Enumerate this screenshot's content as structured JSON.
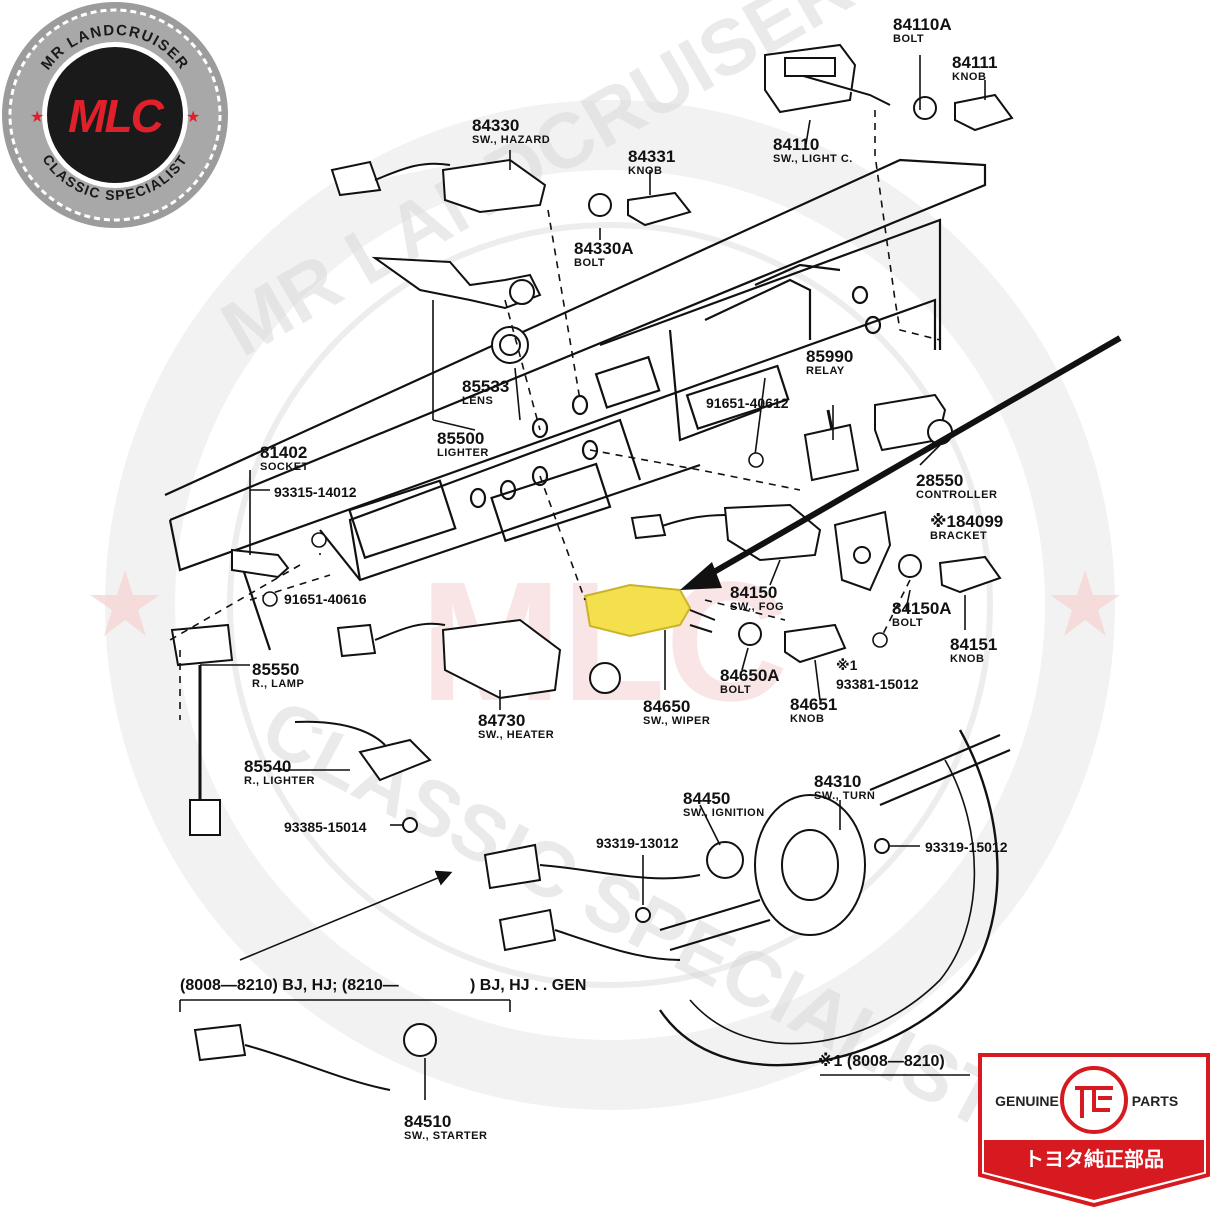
{
  "logo": {
    "ring_top": "MR LANDCRUISER",
    "ring_bottom": "CLASSIC SPECIALIST",
    "monogram": "MLC"
  },
  "watermark": {
    "top": "MR LANDCRUISER",
    "bottom": "CLASSIC SPECIALIST",
    "center": "MLC"
  },
  "parts": [
    {
      "id": "84110A",
      "number": "84110A",
      "desc": "BOLT"
    },
    {
      "id": "84111",
      "number": "84111",
      "desc": "KNOB"
    },
    {
      "id": "84330",
      "number": "84330",
      "desc": "SW., HAZARD"
    },
    {
      "id": "84331",
      "number": "84331",
      "desc": "KNOB"
    },
    {
      "id": "84110",
      "number": "84110",
      "desc": "SW., LIGHT C."
    },
    {
      "id": "84330A",
      "number": "84330A",
      "desc": "BOLT"
    },
    {
      "id": "85533",
      "number": "85533",
      "desc": "LENS"
    },
    {
      "id": "85990",
      "number": "85990",
      "desc": "RELAY"
    },
    {
      "id": "85500",
      "number": "85500",
      "desc": "LIGHTER"
    },
    {
      "id": "81402",
      "number": "81402",
      "desc": "SOCKET"
    },
    {
      "id": "28550",
      "number": "28550",
      "desc": "CONTROLLER"
    },
    {
      "id": "84099",
      "number": "※184099",
      "desc": "BRACKET"
    },
    {
      "id": "84150",
      "number": "84150",
      "desc": "SW., FOG"
    },
    {
      "id": "84150A",
      "number": "84150A",
      "desc": "BOLT"
    },
    {
      "id": "84151",
      "number": "84151",
      "desc": "KNOB"
    },
    {
      "id": "85550",
      "number": "85550",
      "desc": "R., LAMP"
    },
    {
      "id": "84650A",
      "number": "84650A",
      "desc": "BOLT"
    },
    {
      "id": "84651",
      "number": "84651",
      "desc": "KNOB"
    },
    {
      "id": "84650",
      "number": "84650",
      "desc": "SW., WIPER"
    },
    {
      "id": "84730",
      "number": "84730",
      "desc": "SW., HEATER"
    },
    {
      "id": "85540",
      "number": "85540",
      "desc": "R., LIGHTER"
    },
    {
      "id": "84450",
      "number": "84450",
      "desc": "SW., IGNITION"
    },
    {
      "id": "84310",
      "number": "84310",
      "desc": "SW., TURN"
    },
    {
      "id": "84510",
      "number": "84510",
      "desc": "SW., STARTER"
    }
  ],
  "refs": [
    {
      "id": "r1",
      "text": "91651-40612"
    },
    {
      "id": "r2",
      "text": "93315-14012"
    },
    {
      "id": "r3",
      "text": "91651-40616"
    },
    {
      "id": "r4",
      "text": "※1"
    },
    {
      "id": "r5",
      "text": "93381-15012"
    },
    {
      "id": "r6",
      "text": "93385-15014"
    },
    {
      "id": "r7",
      "text": "93319-13012"
    },
    {
      "id": "r8",
      "text": "93319-15012"
    }
  ],
  "notes": {
    "model_range": "(8008—8210) BJ, HJ; (8210—",
    "model_range_end": ") BJ, HJ . . GEN",
    "footnote": "※1 (8008—8210)"
  },
  "badge": {
    "left": "GENUINE",
    "right": "PARTS",
    "japanese": "トヨタ純正部品",
    "brand_color": "#d71920"
  },
  "highlight": {
    "part": "84650",
    "color": "#f4e04d"
  }
}
